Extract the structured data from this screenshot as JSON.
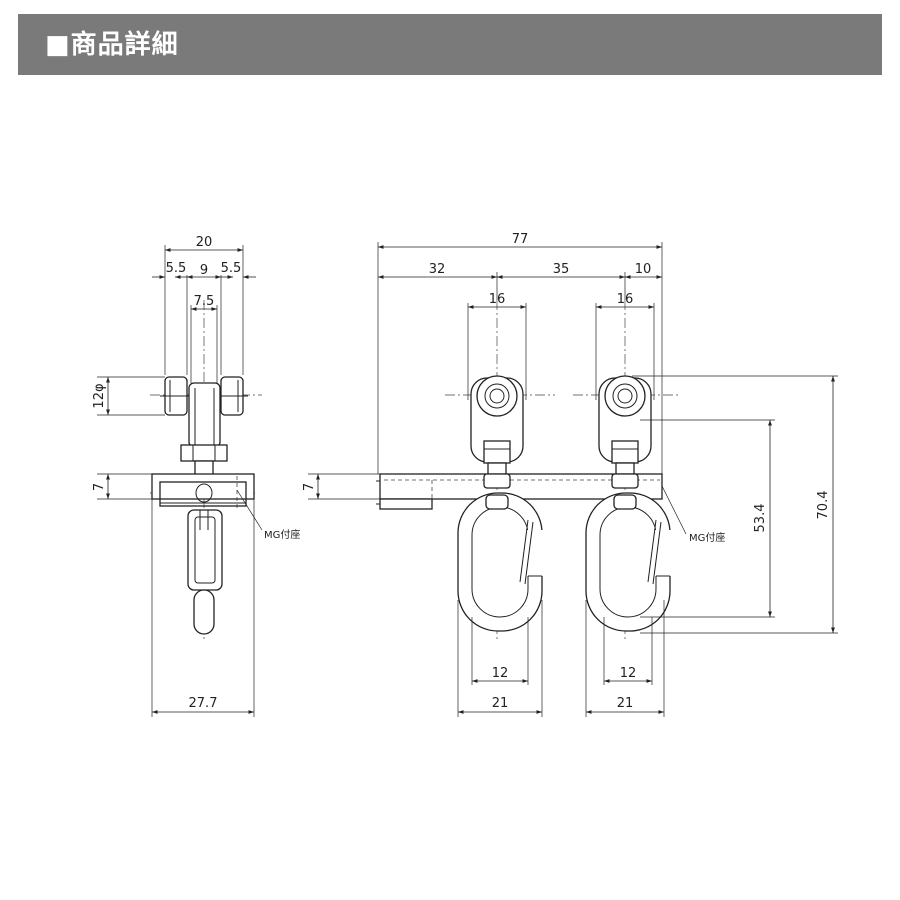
{
  "header": {
    "title": "■商品詳細"
  },
  "side_view": {
    "dims": {
      "top_width": "20",
      "left_offset": "5.5",
      "middle": "9",
      "right_offset": "5.5",
      "inner": "7.5",
      "wheel_dia": "12φ",
      "base_height": "7",
      "base_width": "27.7"
    },
    "callout": "MG付座"
  },
  "front_view": {
    "dims": {
      "overall": "77",
      "left_part": "32",
      "pitch": "35",
      "right_part": "10",
      "roller_left": "16",
      "roller_right": "16",
      "base_height": "7",
      "hook_inner_left": "12",
      "hook_inner_right": "12",
      "hook_outer_left": "21",
      "hook_outer_right": "21",
      "height_short": "53.4",
      "height_tall": "70.4"
    },
    "callout": "MG付座"
  }
}
